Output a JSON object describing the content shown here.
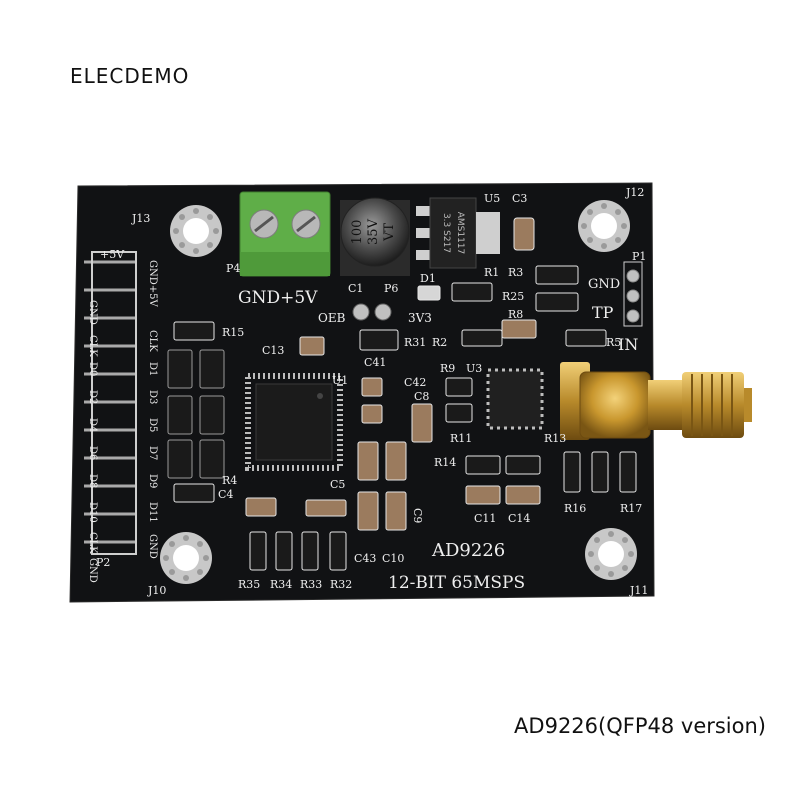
{
  "brand": "ELECDEMO",
  "caption": "AD9226(QFP48 version)",
  "board": {
    "silkscreen": {
      "power_label": "GND+5V",
      "model": "AD9226",
      "spec": "12-BIT 65MSPS",
      "plus5v": "+5V",
      "oeb": "OEB",
      "v3v3": "3V3",
      "gnd": "GND",
      "tp": "TP",
      "in": "IN",
      "left_header_col1": [
        "GND",
        "CLK",
        "D0",
        "D2",
        "D4",
        "D6",
        "D8",
        "D10",
        "CLK",
        "GND"
      ],
      "left_header_col2": [
        "GND+5V",
        "CLK",
        "D1",
        "D3",
        "D5",
        "D7",
        "D9",
        "D11",
        "GND"
      ],
      "designators": {
        "j13": "J13",
        "j12": "J12",
        "j10": "J10",
        "j11": "J11",
        "u1": "U1",
        "u3": "U3",
        "u5": "U5",
        "p1": "P1",
        "p2": "P2",
        "p4": "P4",
        "p6": "P6",
        "c1": "C1",
        "c3": "C3",
        "c4": "C4",
        "c5": "C5",
        "c8": "C8",
        "c9": "C9",
        "c10": "C10",
        "c11": "C11",
        "c13": "C13",
        "c14": "C14",
        "c41": "C41",
        "c42": "C42",
        "c43": "C43",
        "r1": "R1",
        "r2": "R2",
        "r3": "R3",
        "r4": "R4",
        "r5": "R5",
        "r8": "R8",
        "r9": "R9",
        "r11": "R11",
        "r13": "R13",
        "r14": "R14",
        "r15": "R15",
        "r16": "R16",
        "r17": "R17",
        "r25": "R25",
        "r31": "R31",
        "r32": "R32",
        "r33": "R33",
        "r34": "R34",
        "r35": "R35",
        "d1": "D1"
      }
    },
    "regulator": {
      "line1": "AMS1117",
      "line2": "3.3  S217"
    },
    "capacitor": {
      "line1": "100",
      "line2": "35V",
      "line3": "VT"
    }
  }
}
